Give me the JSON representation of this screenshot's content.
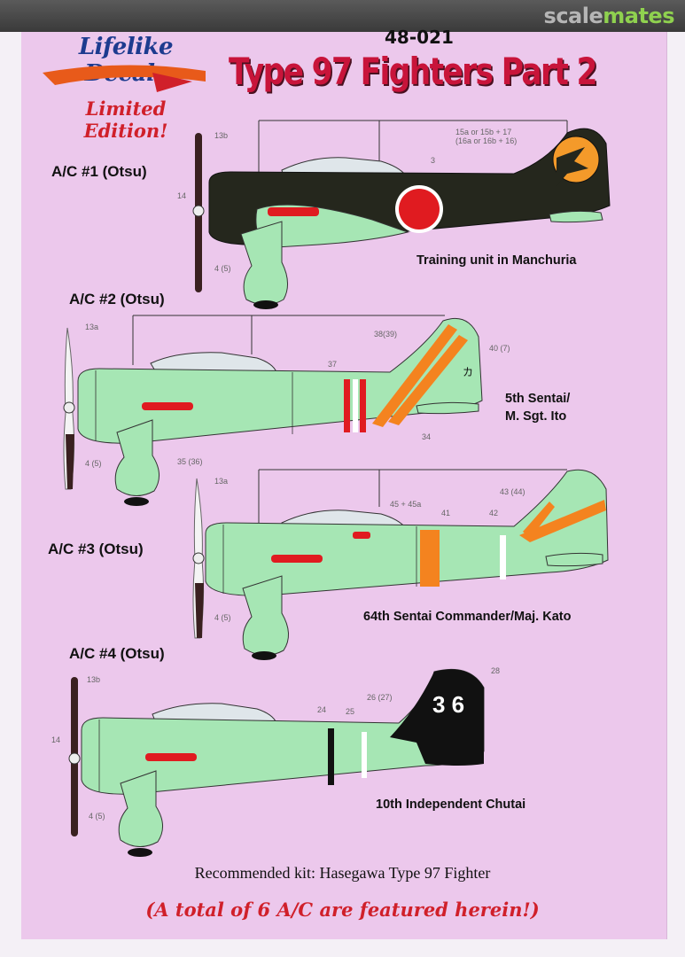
{
  "site": {
    "logo_part1": "scale",
    "logo_part2": "mates"
  },
  "brand": {
    "name": "Lifelike Decals",
    "edition": "Limited Edition!"
  },
  "product": {
    "code": "48-021",
    "title": "Type 97 Fighters Part 2"
  },
  "aircraft": [
    {
      "label": "A/C #1 (Otsu)",
      "caption": "Training unit in Manchuria",
      "callouts": {
        "spinner": "13b",
        "cowl": "14",
        "gear": "4 (5)",
        "fuselage": "3",
        "tail": "15a or 15b + 17",
        "tail2": "(16a or 16b + 16)"
      }
    },
    {
      "label": "A/C #2 (Otsu)",
      "caption_line1": "5th Sentai/",
      "caption_line2": "M. Sgt. Ito",
      "callouts": {
        "spinner": "13a",
        "gear": "4 (5)",
        "wheel": "35 (36)",
        "band": "37",
        "tail": "38(39)",
        "rudder": "40 (7)",
        "bottom": "34",
        "kana": "カ"
      }
    },
    {
      "label": "A/C #3 (Otsu)",
      "caption": "64th Sentai Commander/Maj. Kato",
      "callouts": {
        "spinner": "13a",
        "gear": "4 (5)",
        "cockpit": "45 + 45a",
        "band": "41",
        "band2": "42",
        "tail": "43 (44)"
      }
    },
    {
      "label": "A/C #4 (Otsu)",
      "caption": "10th Independent Chutai",
      "callouts": {
        "spinner": "13b",
        "cowl": "14",
        "gear": "4 (5)",
        "band1": "24",
        "band2": "25",
        "tail": "26 (27)",
        "fin": "28",
        "number": "3 6"
      }
    }
  ],
  "recommended": "Recommended kit: Hasegawa  Type 97 Fighter",
  "footer": "(A total of 6 A/C are featured herein!)",
  "colors": {
    "dark_green": "#25271d",
    "light_green": "#a6e6b4",
    "hinomaru": "#e01b20",
    "orange": "#f4831f",
    "title_red": "#c8143a"
  }
}
